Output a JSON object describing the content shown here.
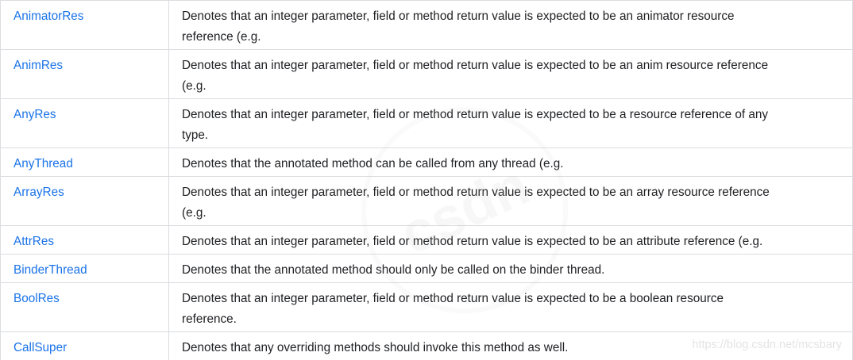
{
  "page": {
    "background": "#ffffff"
  },
  "colors": {
    "link_blue": "#1a73e8",
    "body_text": "#202124",
    "border_gray": "#dadce0",
    "watermark_gray": "#e4e4e4"
  },
  "table": {
    "columns": [
      "name",
      "description"
    ],
    "rows": [
      {
        "name": "AnimatorRes",
        "description": "Denotes that an integer parameter, field or method return value is expected to be an animator resource\nreference (e.g."
      },
      {
        "name": "AnimRes",
        "description": "Denotes that an integer parameter, field or method return value is expected to be an anim resource reference\n(e.g."
      },
      {
        "name": "AnyRes",
        "description": "Denotes that an integer parameter, field or method return value is expected to be a resource reference of any\ntype."
      },
      {
        "name": "AnyThread",
        "description": "Denotes that the annotated method can be called from any thread (e.g."
      },
      {
        "name": "ArrayRes",
        "description": "Denotes that an integer parameter, field or method return value is expected to be an array resource reference\n(e.g."
      },
      {
        "name": "AttrRes",
        "description": "Denotes that an integer parameter, field or method return value is expected to be an attribute reference (e.g."
      },
      {
        "name": "BinderThread",
        "description": "Denotes that the annotated method should only be called on the binder thread."
      },
      {
        "name": "BoolRes",
        "description": "Denotes that an integer parameter, field or method return value is expected to be a boolean resource\nreference."
      },
      {
        "name": "CallSuper",
        "description": "Denotes that any overriding methods should invoke this method as well."
      }
    ]
  },
  "watermarks": {
    "center_logo_text": "csdn",
    "url": "https://blog.csdn.net/mcsbary"
  }
}
